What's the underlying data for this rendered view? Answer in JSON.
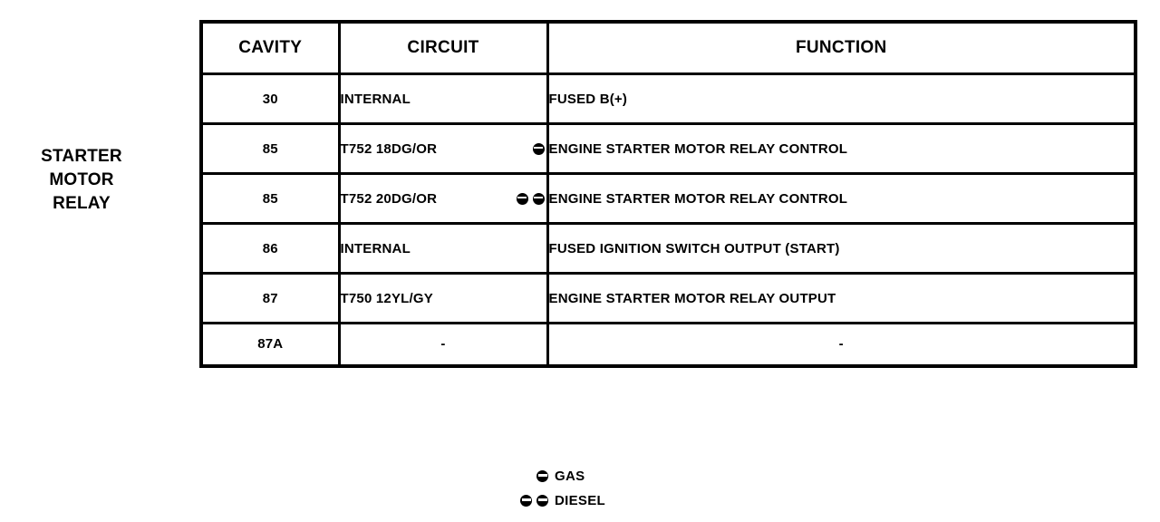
{
  "side_label": {
    "lines": [
      "STARTER",
      "MOTOR",
      "RELAY"
    ]
  },
  "table": {
    "headers": {
      "cavity": "CAVITY",
      "circuit": "CIRCUIT",
      "function": "FUNCTION"
    },
    "rows": [
      {
        "cavity": "30",
        "circuit": "INTERNAL",
        "marks": 0,
        "function": "FUSED B(+)"
      },
      {
        "cavity": "85",
        "circuit": "T752 18DG/OR",
        "marks": 1,
        "function": "ENGINE STARTER MOTOR RELAY CONTROL"
      },
      {
        "cavity": "85",
        "circuit": "T752 20DG/OR",
        "marks": 2,
        "function": "ENGINE STARTER MOTOR RELAY CONTROL"
      },
      {
        "cavity": "86",
        "circuit": "INTERNAL",
        "marks": 0,
        "function": "FUSED IGNITION SWITCH OUTPUT (START)"
      },
      {
        "cavity": "87",
        "circuit": "T750 12YL/GY",
        "marks": 0,
        "function": "ENGINE STARTER MOTOR RELAY OUTPUT"
      },
      {
        "cavity": "87A",
        "circuit": "-",
        "marks": 0,
        "function": "-"
      }
    ]
  },
  "legend": {
    "entries": [
      {
        "marks": 1,
        "label": "GAS"
      },
      {
        "marks": 2,
        "label": "DIESEL"
      }
    ]
  },
  "colors": {
    "ink": "#000000",
    "paper": "#ffffff"
  }
}
